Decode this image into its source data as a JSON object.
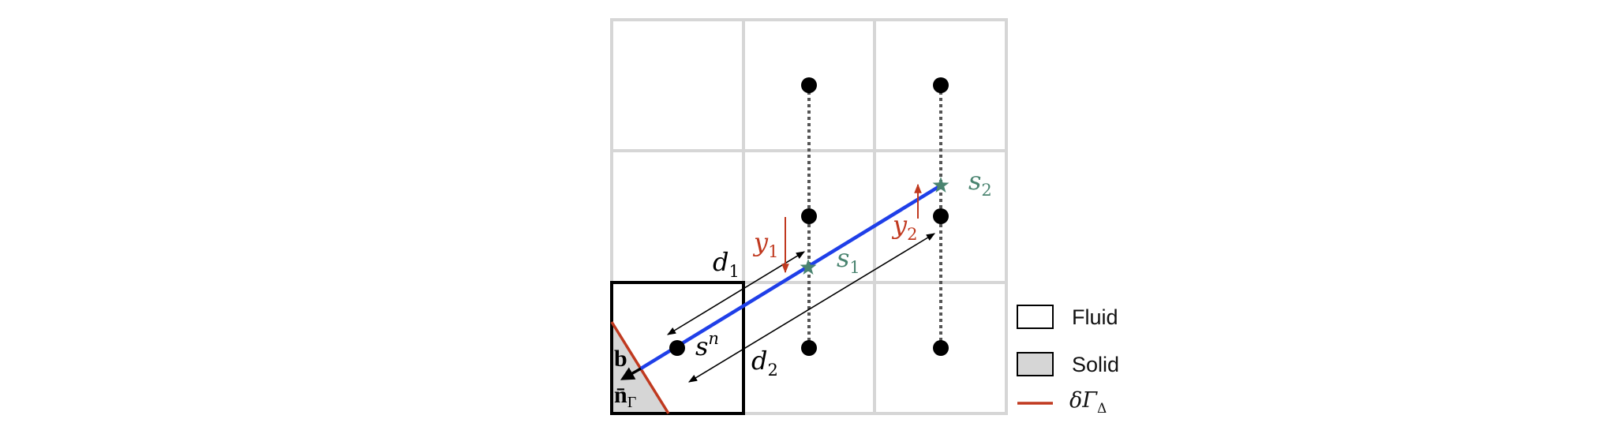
{
  "colors": {
    "grid": "#d6d6d6",
    "cell_border": "#000000",
    "solid_fill": "#d6d6d6",
    "boundary": "#c0391f",
    "probe_line": "#1f3fe8",
    "star": "#4a8470",
    "displacement_arrow": "#c0391f",
    "dot": "#000000",
    "dotted_line": "#555555"
  },
  "labels": {
    "d1": {
      "main": "d",
      "sub": "1"
    },
    "d2": {
      "main": "d",
      "sub": "2"
    },
    "y1": {
      "main": "y",
      "sub": "1"
    },
    "y2": {
      "main": "y",
      "sub": "2"
    },
    "s1": {
      "main": "s",
      "sub": "1"
    },
    "s2": {
      "main": "s",
      "sub": "2"
    },
    "sn": {
      "main": "s",
      "sup": "n"
    },
    "b": "b",
    "normal": {
      "main": "n̄",
      "sub": "Γ"
    }
  },
  "legend": {
    "items": [
      {
        "label": "Fluid",
        "swatch": "white-box"
      },
      {
        "label": "Solid",
        "swatch": "gray-box"
      },
      {
        "label": "δΓ",
        "sub": "Δ",
        "swatch": "red-line"
      }
    ]
  }
}
